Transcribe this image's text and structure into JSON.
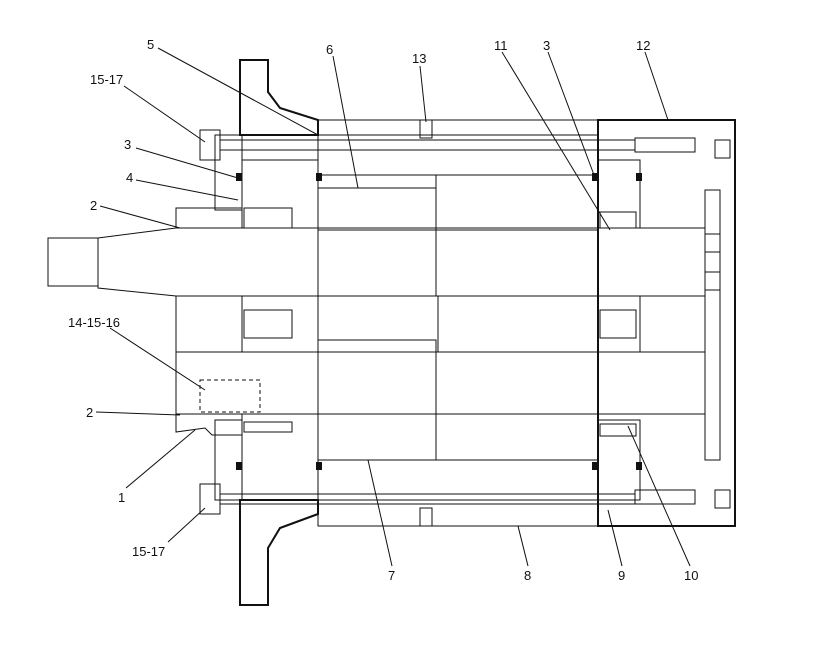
{
  "colors": {
    "ink": "#111111",
    "paper": "#ffffff"
  },
  "callouts": [
    {
      "id": "c5",
      "label": "5"
    },
    {
      "id": "c6",
      "label": "6"
    },
    {
      "id": "c13",
      "label": "13"
    },
    {
      "id": "c11",
      "label": "11"
    },
    {
      "id": "c3top",
      "label": "3"
    },
    {
      "id": "c12",
      "label": "12"
    },
    {
      "id": "c1517top",
      "label": "15-17"
    },
    {
      "id": "c3left",
      "label": "3"
    },
    {
      "id": "c4",
      "label": "4"
    },
    {
      "id": "c2top",
      "label": "2"
    },
    {
      "id": "c141516",
      "label": "14-15-16"
    },
    {
      "id": "c2bot",
      "label": "2"
    },
    {
      "id": "c1",
      "label": "1"
    },
    {
      "id": "c1517bot",
      "label": "15-17"
    },
    {
      "id": "c7",
      "label": "7"
    },
    {
      "id": "c8",
      "label": "8"
    },
    {
      "id": "c9",
      "label": "9"
    },
    {
      "id": "c10",
      "label": "10"
    }
  ]
}
